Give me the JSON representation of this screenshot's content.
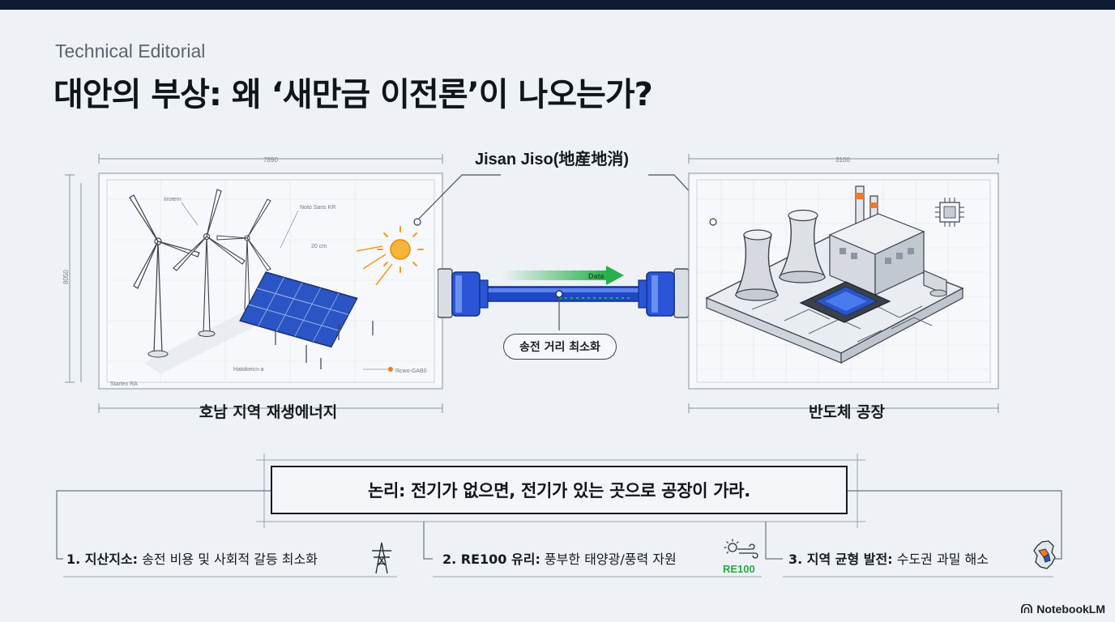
{
  "kicker": "Technical Editorial",
  "title": "대안의 부상: 왜 ‘새만금 이전론’이 나오는가?",
  "left_panel": {
    "caption": "호남 지역 재생에너지",
    "dim_top": "7890",
    "dim_side": "8050",
    "labels": [
      "Iirotern",
      "Noto Sans KR",
      "20 cm",
      "Hatokeicn-a",
      "Rcwo-GAB0",
      "Startex RA"
    ]
  },
  "connector": {
    "heading": "Jisan Jiso(地産地消)",
    "arrow_label": "Data",
    "pill": "송전 거리 최소화"
  },
  "right_panel": {
    "caption": "반도체 공장",
    "dim_top": "3100"
  },
  "logic": "논리: 전기가 없으면, 전기가 있는 곳으로 공장이 가라.",
  "points": [
    {
      "label": "1. 지산지소:",
      "text": " 송전 비용 및 사회적 갈등 최소화"
    },
    {
      "label": "2. RE100 유리:",
      "text": " 풍부한 태양광/풍력 자원"
    },
    {
      "label": "3. 지역 균형 발전:",
      "text": " 수도권 과밀 해소"
    }
  ],
  "re100_badge": "RE100",
  "brand": "NotebookLM",
  "colors": {
    "navy": "#0e1a30",
    "cable_blue": "#1f48c8",
    "data_green": "#28b04a",
    "sun_orange": "#f29a1f",
    "stack_orange": "#f07a2a"
  }
}
